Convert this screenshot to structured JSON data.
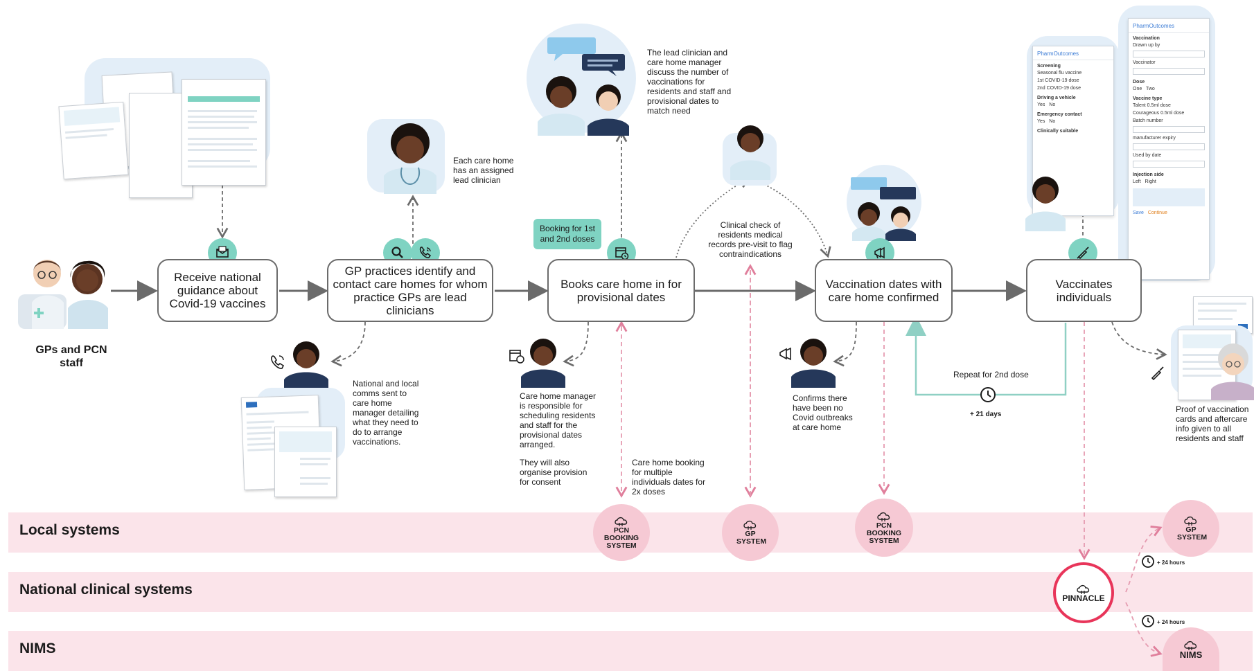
{
  "lanes": {
    "local": "Local systems",
    "national": "National clinical systems",
    "nims": "NIMS"
  },
  "actors": {
    "gps_pcn": "GPs and PCN staff"
  },
  "steps": {
    "receive": "Receive national guidance about Covid-19 vaccines",
    "identify": "GP practices identify and contact care homes for whom practice GPs are lead clinicians",
    "book": "Books care home in for provisional dates",
    "confirmed": "Vaccination dates with care home confirmed",
    "vaccinate": "Vaccinates individuals"
  },
  "badges": {
    "booking_doses": "Booking for 1st and 2nd doses"
  },
  "notes": {
    "lead_clinician": "Each care home has an assigned lead clinician",
    "discuss": "The lead clinician and care home manager discuss the number of vaccinations for residents and staff and provisional dates to match need",
    "clinical_check": "Clinical check of residents medical records pre-visit to flag contraindications",
    "comms": "National and local comms sent to care home manager detailing what they need to do to arrange vaccinations.",
    "manager_responsible": "Care home manager is responsible for scheduling residents and staff for the provisional dates arranged.",
    "consent": "They will also organise provision for consent",
    "booking_multiple": "Care home booking for multiple individuals dates for 2x doses",
    "no_outbreaks": "Confirms there have been no Covid outbreaks at care home",
    "repeat": "Repeat for 2nd dose",
    "days21": "+ 21 days",
    "proof": "Proof of vaccination cards and aftercare info given to all residents and staff",
    "hours24a": "+ 24 hours",
    "hours24b": "+ 24 hours"
  },
  "systems": {
    "pcn1": "PCN BOOKING SYSTEM",
    "gp1": "GP SYSTEM",
    "pcn2": "PCN BOOKING SYSTEM",
    "gp2": "GP SYSTEM",
    "pinnacle": "PINNACLE",
    "nims": "NIMS"
  },
  "form_front": {
    "brand": "PharmOutcomes",
    "title": "Vaccination",
    "drawn_by": "Drawn up by",
    "vaccinator": "Vaccinator",
    "dose": "Dose",
    "dose_one": "One",
    "dose_two": "Two",
    "vaccine_type": "Vaccine type",
    "type_a": "Talent 0.5ml dose",
    "type_b": "Courageous 0.5ml dose",
    "batch": "Batch number",
    "expiry": "manufacturer expiry",
    "used_by": "Used by date",
    "injection_side": "Injection side",
    "left": "Left",
    "right": "Right",
    "save": "Save",
    "continue": "Continue"
  },
  "form_back": {
    "brand": "PharmOutcomes",
    "screening": "Screening",
    "q1": "Seasonal flu vaccine",
    "q2": "1st COVID-19 dose",
    "q3": "2nd COVID-19 dose",
    "driving": "Driving a vehicle",
    "emergency": "Emergency contact",
    "suitable": "Clinically suitable",
    "yes": "Yes",
    "no": "No"
  },
  "colors": {
    "teal": "#7fd3c2",
    "lane_pink": "#fbe4ea",
    "system_pink": "#f6c9d4",
    "pinnacle_ring": "#e8355a",
    "arrow_grey": "#6b6b6b",
    "dashed_pink": "#e59bb0",
    "green_loop": "#8fd0c4"
  }
}
